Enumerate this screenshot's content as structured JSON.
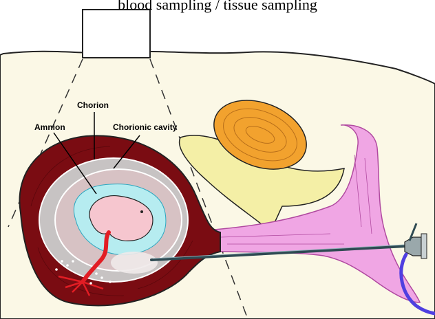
{
  "caption": "blood sampling / tissue sampling",
  "labels": {
    "chorion": "Chorion",
    "amnion": "Amnion",
    "chorionic_cavity": "Chorionic cavity"
  },
  "colors": {
    "uterine_wall": "#7a0c12",
    "chorion_layer": "#c7c3c3",
    "amniotic_fluid": "#b6ecf0",
    "embryo": "#f6c6cf",
    "umbilical_cord": "#e21d24",
    "bladder": "#f4efa6",
    "bowel": "#f2a22e",
    "cervix_vagina": "#f0a6e4",
    "tubing": "#4f3fe0",
    "abdomen": "#fbf8e6"
  }
}
